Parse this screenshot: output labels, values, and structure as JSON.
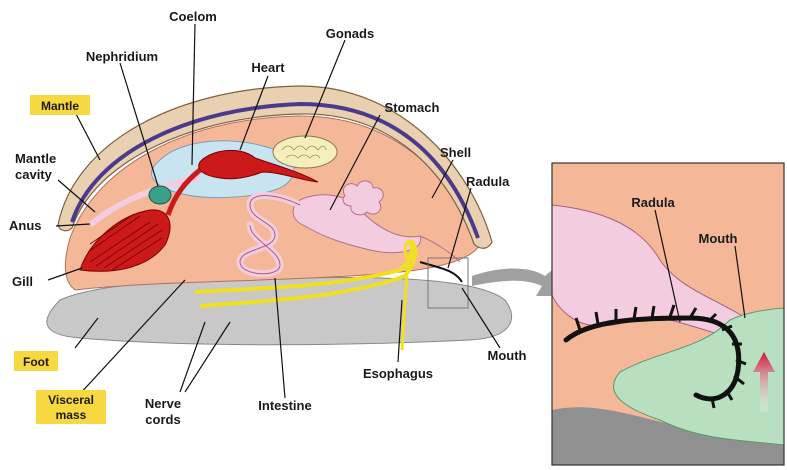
{
  "labels": {
    "coelom": "Coelom",
    "gonads": "Gonads",
    "nephridium": "Nephridium",
    "heart": "Heart",
    "mantle": "Mantle",
    "stomach": "Stomach",
    "mantle_cavity_1": "Mantle",
    "mantle_cavity_2": "cavity",
    "shell": "Shell",
    "radula": "Radula",
    "anus": "Anus",
    "gill": "Gill",
    "foot": "Foot",
    "visceral_mass_1": "Visceral",
    "visceral_mass_2": "mass",
    "nerve_cords_1": "Nerve",
    "nerve_cords_2": "cords",
    "intestine": "Intestine",
    "esophagus": "Esophagus",
    "mouth": "Mouth",
    "inset_radula": "Radula",
    "inset_mouth": "Mouth"
  },
  "colors": {
    "shell": "#e8d0b0",
    "mantle_band": "#4a3a8c",
    "visceral": "#f4b898",
    "foot": "#c8c8c8",
    "gill": "#cc1a1a",
    "heart": "#cc1a1a",
    "coelom": "#c8e4f0",
    "gonads": "#f4eebc",
    "digestive": "#f4cce0",
    "nerve": "#f0e020",
    "nephridium": "#3aa08a",
    "tag_bg": "#f8d840",
    "inset_green": "#b8e0c0",
    "arrow": "#a0a0a0"
  },
  "icons": [
    "pointer-arrow-icon",
    "upward-motion-arrow-icon"
  ]
}
